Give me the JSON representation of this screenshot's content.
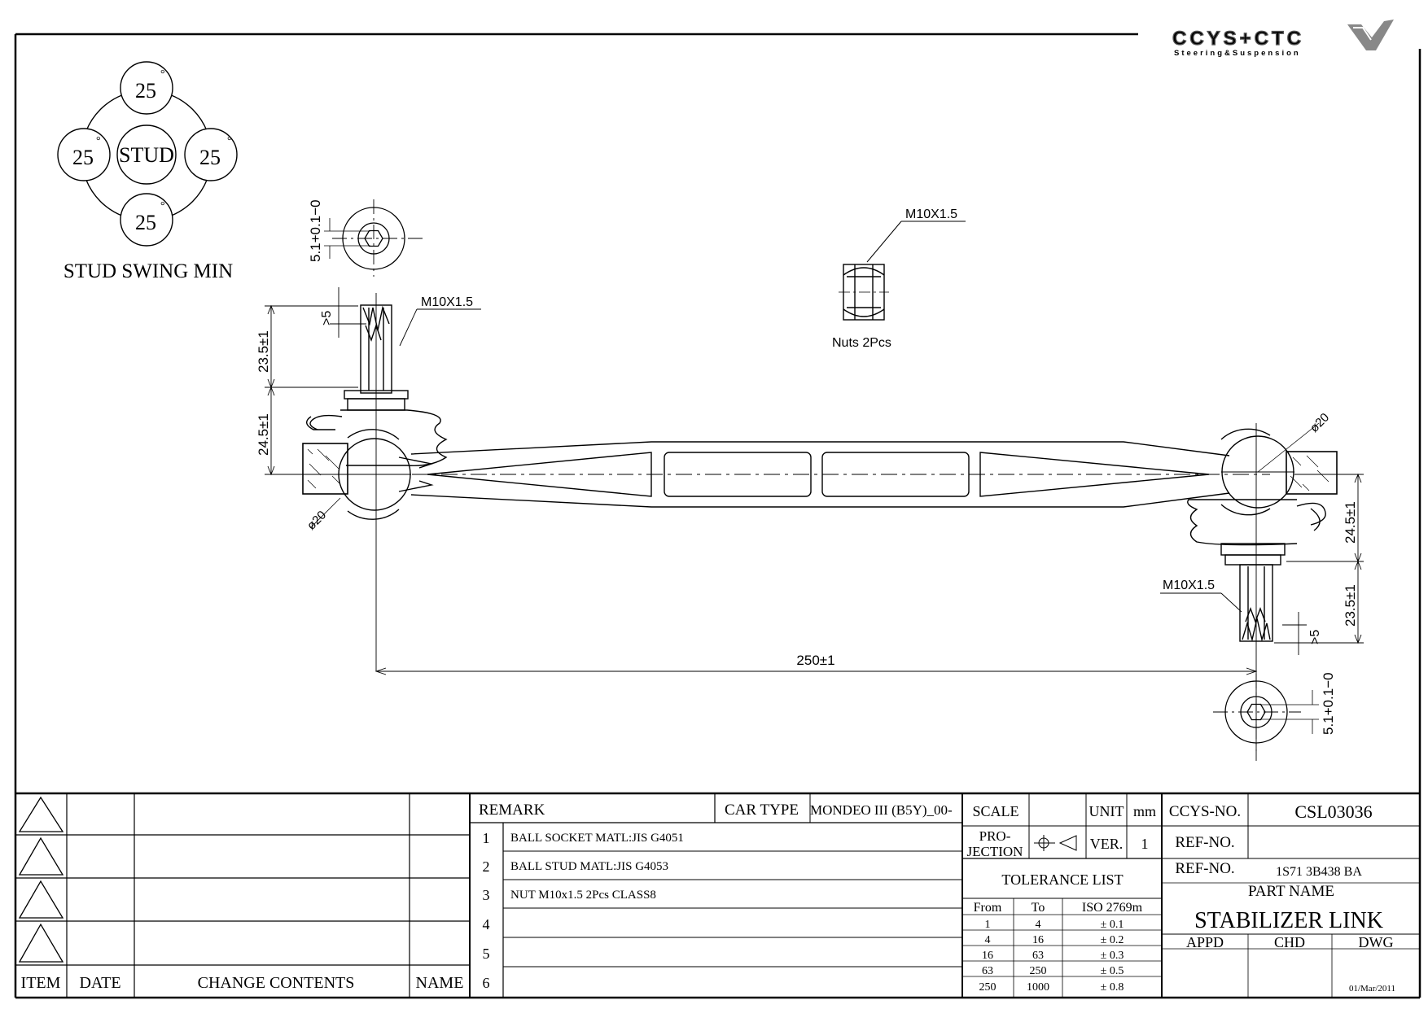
{
  "logo": {
    "brand": "CCYS+CTC",
    "tagline": "Steering&Suspension"
  },
  "stud_swing": {
    "center_label": "STUD",
    "angles": [
      "25",
      "25",
      "25",
      "25"
    ],
    "degree_symbol": "°",
    "caption": "STUD SWING MIN"
  },
  "dimensions": {
    "thread_top": "M10X1.5",
    "thread_nut": "M10X1.5",
    "thread_right": "M10X1.5",
    "hex_top": "5.1+0.1−0",
    "hex_bottom": "5.1+0.1−0",
    "stud_len_left": "23.5±1",
    "body_h_left": "24.5±1",
    "stud_len_right": "23.5±1",
    "body_h_right": "24.5±1",
    "gt5_left": ">5",
    "gt5_right": ">5",
    "ball_left": "ø20",
    "ball_right": "ø20",
    "overall_length": "250±1",
    "nuts_note": "Nuts  2Pcs"
  },
  "revision_table": {
    "headers": {
      "item": "ITEM",
      "date": "DATE",
      "change": "CHANGE CONTENTS",
      "name": "NAME"
    }
  },
  "remarks": {
    "header": "REMARK",
    "car_type_label": "CAR TYPE",
    "car_type_value": "MONDEO III (B5Y)_00-",
    "rows": [
      {
        "n": "1",
        "text": "BALL SOCKET MATL:JIS G4051"
      },
      {
        "n": "2",
        "text": "BALL STUD MATL:JIS G4053"
      },
      {
        "n": "3",
        "text": "NUT M10x1.5 2Pcs CLASS8"
      },
      {
        "n": "4",
        "text": ""
      },
      {
        "n": "5",
        "text": ""
      },
      {
        "n": "6",
        "text": ""
      }
    ]
  },
  "spec": {
    "scale_label": "SCALE",
    "unit_label": "UNIT",
    "unit_value": "mm",
    "projection_label_1": "PRO-",
    "projection_label_2": "JECTION",
    "ver_label": "VER.",
    "ver_value": "1",
    "tolerance_title": "TOLERANCE LIST",
    "tolerance_headers": [
      "From",
      "To",
      "ISO 2769m"
    ],
    "tolerance_rows": [
      [
        "1",
        "4",
        "± 0.1"
      ],
      [
        "4",
        "16",
        "± 0.2"
      ],
      [
        "16",
        "63",
        "± 0.3"
      ],
      [
        "63",
        "250",
        "± 0.5"
      ],
      [
        "250",
        "1000",
        "± 0.8"
      ]
    ]
  },
  "titleblock": {
    "ccys_label": "CCYS-NO.",
    "ccys_value": "CSL03036",
    "ref1_label": "REF-NO.",
    "ref1_value": "",
    "ref2_label": "REF-NO.",
    "ref2_value": "1S71 3B438 BA",
    "part_name_label": "PART NAME",
    "part_name": "STABILIZER LINK",
    "appd": "APPD",
    "chd": "CHD",
    "dwg": "DWG",
    "date": "01/Mar/2011"
  }
}
